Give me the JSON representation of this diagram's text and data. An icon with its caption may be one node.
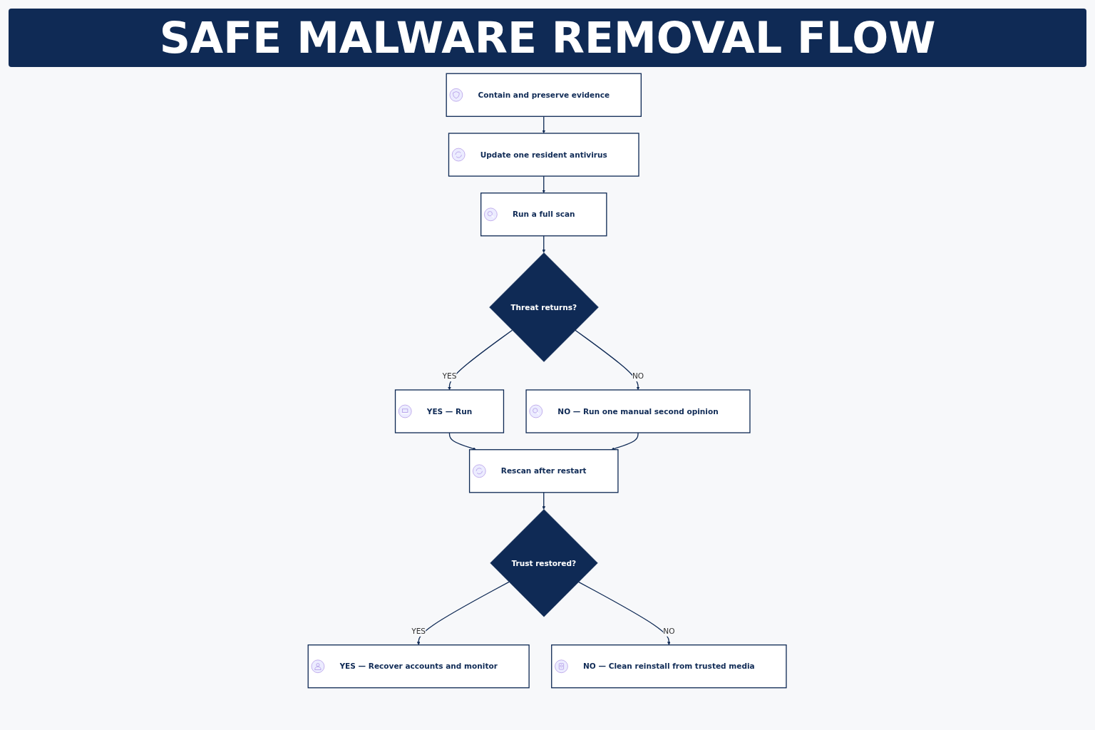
{
  "diagram": {
    "title": "SAFE MALWARE REMOVAL FLOW",
    "nodes": [
      {
        "text": [
          "Contain and preserve evidence"
        ]
      },
      {
        "text": [
          "Update one resident antivirus"
        ]
      },
      {
        "text": [
          "Run a full scan"
        ]
      },
      {
        "text": [
          "Threat returns?"
        ]
      },
      {
        "text": [
          "YES — Run"
        ]
      },
      {
        "text": [
          "NO — Run one manual second opinion"
        ]
      },
      {
        "text": [
          "Rescan after restart"
        ]
      },
      {
        "text": [
          "Trust restored?"
        ]
      },
      {
        "text": [
          "YES — Recover accounts and monitor"
        ]
      },
      {
        "text": [
          "NO — Clean reinstall from trusted media"
        ]
      }
    ],
    "edges": [
      {
        "from": 0,
        "to": 1,
        "arrow": "to"
      },
      {
        "from": 1,
        "to": 2,
        "arrow": "to"
      },
      {
        "from": 2,
        "to": 3,
        "arrow": "to"
      },
      {
        "from": 3,
        "to": 4,
        "label": "YES",
        "arrow": "to"
      },
      {
        "from": 3,
        "to": 5,
        "label": "NO",
        "arrow": "to"
      },
      {
        "from": 4,
        "to": 6,
        "arrow": "to"
      },
      {
        "from": 5,
        "to": 6,
        "arrow": "to"
      },
      {
        "from": 6,
        "to": 7,
        "arrow": "to"
      },
      {
        "from": 7,
        "to": 8,
        "label": "YES",
        "arrow": "to"
      },
      {
        "from": 7,
        "to": 9,
        "label": "NO",
        "arrow": "to"
      }
    ]
  }
}
